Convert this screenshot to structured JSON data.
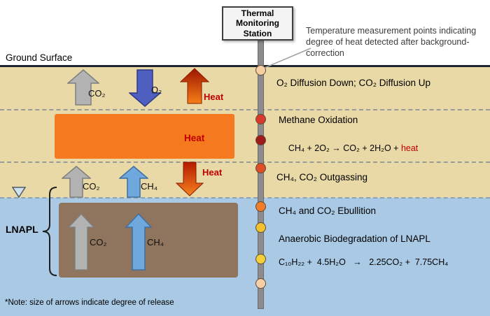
{
  "ground_surface_label": "Ground Surface",
  "station": {
    "label": "Thermal Monitoring Station"
  },
  "annotation": {
    "text": "Temperature measurement points indicating degree of heat detected after background-correction"
  },
  "zones": {
    "diffusion": {
      "label": "O₂ Diffusion Down; CO₂ Diffusion Up"
    },
    "oxidation": {
      "label": "Methane Oxidation",
      "equation": "CH₄ + 2O₂ → CO₂ + 2H₂O + ",
      "equation_heat": "heat"
    },
    "outgassing": {
      "label": "CH₄, CO₂ Outgassing"
    },
    "ebullition": {
      "label": "CH₄ and CO₂ Ebullition"
    },
    "biodegradation": {
      "label": "Anaerobic Biodegradation of  LNAPL",
      "equation": "C₁₀H₂₂ +  4.5H₂O   →   2.25CO₂ +  7.75CH₄"
    }
  },
  "arrows": {
    "co2_up_1": "CO₂",
    "o2_down": "O₂",
    "heat_up": "Heat",
    "heat_box": "Heat",
    "co2_up_2": "CO₂",
    "ch4_up_1": "CH₄",
    "heat_down": "Heat",
    "co2_up_3": "CO₂",
    "ch4_up_2": "CH₄"
  },
  "lnapl_label": "LNAPL",
  "note": "*Note: size of arrows indicate degree of release",
  "colors": {
    "vadose_tan": "#e9d9a6",
    "saturated_blue": "#a9c9e4",
    "heat_box_orange": "#f4791f",
    "lnapl_brown": "#8d7155",
    "heat_text_red": "#c00000",
    "arrow_gray": "#b3b3b3",
    "arrow_blue": "#6fa8dc",
    "o2_arrow_blue": "#4f5fc0",
    "rod_gray": "#8c8c8c"
  },
  "measurement_points": [
    {
      "color": "#f7cfa5"
    },
    {
      "color": "#d93a2b"
    },
    {
      "color": "#9e1b1b"
    },
    {
      "color": "#e04e28"
    },
    {
      "color": "#ef7d2a"
    },
    {
      "color": "#f2c12e"
    },
    {
      "color": "#f5cf3a"
    },
    {
      "color": "#f7cfa5"
    }
  ]
}
